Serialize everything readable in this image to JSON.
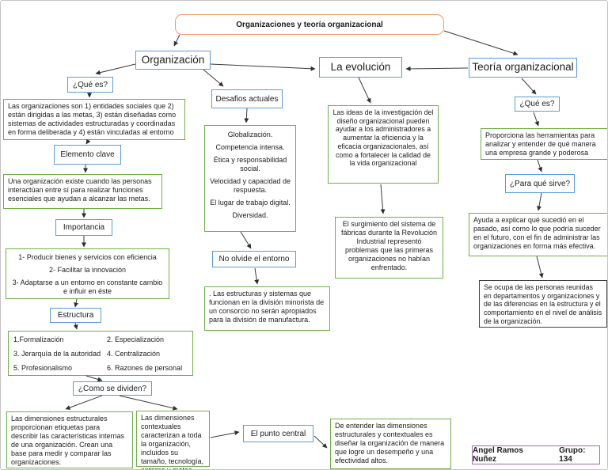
{
  "page": {
    "title": "Organizaciones y teoría organizacional"
  },
  "map": {
    "organizacion": {
      "label": "Organización",
      "que_es": {
        "label": "¿Qué es?",
        "definicion": "Las organizaciones son 1) entidades sociales que 2) están dirigidas a las metas, 3) están diseñadas como sistemas de actividades estructuradas y coordinadas en forma deliberada y 4) están vinculadas al entorno"
      },
      "elemento_clave": {
        "label": "Elemento clave",
        "definicion": "Una organización existe cuando las personas interactúan entre sí para realizar funciones esenciales que ayudan a alcanzar las metas."
      },
      "importancia": {
        "label": "Importancia",
        "items": [
          "1- Producir bienes y servicios con eficiencia",
          "2- Facilitar la innovación",
          "3- Adaptarse a un entorno en constante cambio e influir en éste"
        ]
      },
      "estructura": {
        "label": "Estructura",
        "items": [
          "1.Formalización",
          "2. Especialización",
          "3. Jerarquía de la autoridad",
          "4. Centralización",
          "5. Profesionalismo",
          "6. Razones de personal"
        ]
      },
      "como_se_dividen": {
        "label": "¿Como se dividen?",
        "dimensiones_estructurales": "Las dimensiones estructurales proporcionan etiquetas para describir las características internas de una organización. Crean una base para medir y comparar las organizaciones.",
        "dimensiones_contextuales": "Las dimensiones contextuales caracterizan a toda la organización, incluidos su tamaño, tecnología, entorno y metas."
      },
      "punto_central": {
        "label": "El punto central",
        "definicion": "De entender las dimensiones estructurales y contextuales es diseñar la organización de manera que logre un desempeño y una efectividad altos."
      },
      "desafios": {
        "label": "Desafios actuales",
        "items": [
          "Globalización.",
          "Competencia intensa.",
          "Ética y responsabilidad social.",
          "Velocidad y capacidad de respuesta.",
          "El lugar de trabajo digital.",
          "Diversidad."
        ]
      },
      "no_olvide": {
        "label": "No olvide el entorno",
        "definicion": ". Las estructuras y sistemas que funcionan en la división minorista de un consorcio no serán apropiados para la división de manufactura."
      }
    },
    "la_evolucion": {
      "label": "La evolución",
      "definicion": "Las ideas de la investigación del diseño organizacional pueden ayudar a los administradores a aumentar la eficiencia y la eficacia organizacionales, así como a fortalecer la calidad de la vida organizacional",
      "surgimiento": "El surgimiento del sistema de fábricas durante la Revolución Industrial representó problemas que las primeras organizaciones no habían enfrentado."
    },
    "teoria_organizacional": {
      "label": "Teoría organizacional",
      "que_es": {
        "label": "¿Qué es?",
        "definicion": "Proporciona las herramientas para analizar y entender de qué manera una empresa grande y poderosa"
      },
      "para_que_sirve": {
        "label": "¿Para qué sirve?",
        "definicion": "Ayuda a explicar qué sucedió en el pasado, así como lo que podría suceder en el futuro, con el fin de administrar las organizaciones en forma más efectiva."
      },
      "se_ocupa": "Se ocupa de las personas reunidas en departamentos y organizaciones y de las diferencias en la estructura y el comportamiento en el nivel de análisis de la organización."
    }
  },
  "footer": {
    "author": "Angel Ramos Nuñez",
    "group": "Grupo: 134"
  },
  "colors": {
    "label_border": "#5b9bd5",
    "content_border": "#70ad47",
    "title_border": "#eb9e63",
    "footer_border": "#9b6fae",
    "note_border": "#3f3f3f"
  }
}
